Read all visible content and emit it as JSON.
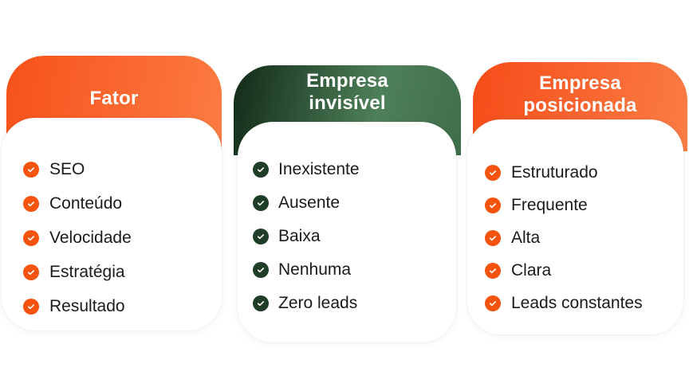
{
  "canvas": {
    "background": "#ffffff"
  },
  "columns": [
    {
      "id": "fator",
      "header": {
        "text": "Fator"
      },
      "theme": {
        "gradient": [
          "#f7511b",
          "#fc7c42"
        ],
        "icon": "#f6530f",
        "check": "#ffffff"
      },
      "items": [
        "SEO",
        "Conteúdo",
        "Velocidade",
        "Estratégia",
        "Resultado"
      ]
    },
    {
      "id": "empresa-invisivel",
      "header": {
        "text": "Empresa\ninvisível"
      },
      "theme": {
        "gradient": [
          "#122a17",
          "#4e8059",
          "#3f6e4b"
        ],
        "icon": "#203d29",
        "check": "#ffffff"
      },
      "items": [
        "Inexistente",
        "Ausente",
        "Baixa",
        "Nenhuma",
        "Zero leads"
      ]
    },
    {
      "id": "empresa-posicionada",
      "header": {
        "text": "Empresa\nposicionada"
      },
      "theme": {
        "gradient": [
          "#f64c19",
          "#fb7d45"
        ],
        "icon": "#f6530f",
        "check": "#ffffff"
      },
      "items": [
        "Estruturado",
        "Frequente",
        "Alta",
        "Clara",
        "Leads constantes"
      ]
    }
  ]
}
